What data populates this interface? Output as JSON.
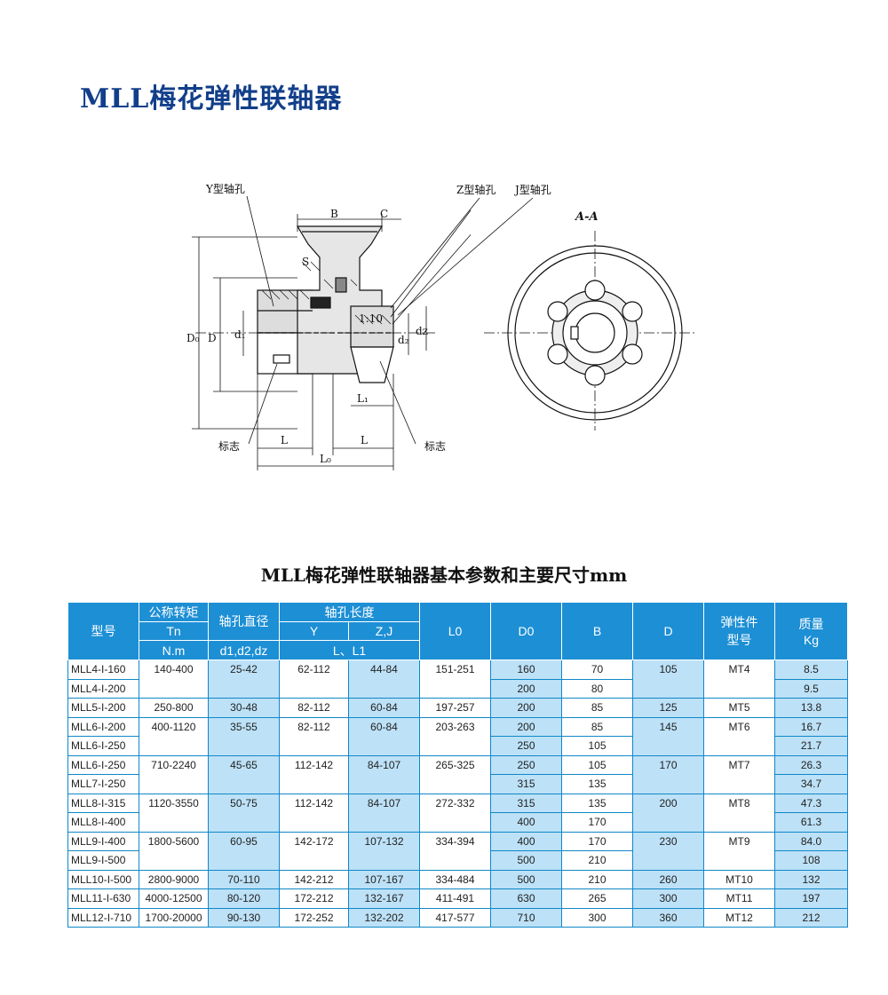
{
  "title": "MLL梅花弹性联轴器",
  "drawing": {
    "labels": {
      "y_hole": "Y型轴孔",
      "z_hole": "Z型轴孔",
      "j_hole": "J型轴孔",
      "mark_left": "标志",
      "mark_right": "标志",
      "B": "B",
      "C": "C",
      "S": "S",
      "D0": "D₀",
      "D": "D",
      "d1": "d₁",
      "d2": "d₂",
      "dz": "dz",
      "taper": "1:10",
      "L1": "L₁",
      "L_left": "L",
      "L_right": "L",
      "L0": "L₀"
    },
    "section_label": "A-A"
  },
  "table": {
    "title": "MLL梅花弹性联轴器基本参数和主要尺寸mm",
    "header": {
      "model": "型号",
      "torque": "公称转矩",
      "torque_sym": "Tn",
      "torque_unit": "N.m",
      "bore": "轴孔直径",
      "bore_sym": "d1,d2,dz",
      "hole_len": "轴孔长度",
      "hole_y": "Y",
      "hole_zj": "Z,J",
      "hole_len_sym": "L、L1",
      "L0": "L0",
      "D0": "D0",
      "B": "B",
      "D": "D",
      "elastic": "弹性件\n型号",
      "mass": "质量\nKg"
    },
    "rows": [
      {
        "model": "MLL4-I-160",
        "mass": "8.5"
      },
      {
        "model": "MLL4-I-200",
        "mass": "9.5"
      },
      {
        "model": "MLL5-I-200",
        "mass": "13.8"
      },
      {
        "model": "MLL6-I-200",
        "mass": "16.7"
      },
      {
        "model": "MLL6-I-250",
        "mass": "21.7"
      },
      {
        "model": "MLL6-I-250",
        "mass": "26.3"
      },
      {
        "model": "MLL7-I-250",
        "mass": "34.7"
      },
      {
        "model": "MLL8-I-315",
        "mass": "47.3"
      },
      {
        "model": "MLL8-I-400",
        "mass": "61.3"
      },
      {
        "model": "MLL9-I-400",
        "mass": "84.0"
      },
      {
        "model": "MLL9-I-500",
        "mass": "108"
      },
      {
        "model": "MLL10-I-500",
        "mass": "132"
      },
      {
        "model": "MLL11-I-630",
        "mass": "197"
      },
      {
        "model": "MLL12-I-710",
        "mass": "212"
      }
    ],
    "groups": [
      {
        "torque": "140-400",
        "bore": "25-42",
        "y": "62-112",
        "zj": "44-84",
        "L0": "151-251",
        "D": "105",
        "elastic": "MT4"
      },
      {
        "torque": "250-800",
        "bore": "30-48",
        "y": "82-112",
        "zj": "60-84",
        "L0": "197-257",
        "D": "125",
        "elastic": "MT5"
      },
      {
        "torque": "400-1120",
        "bore": "35-55",
        "y": "82-112",
        "zj": "60-84",
        "L0": "203-263",
        "D": "145",
        "elastic": "MT6"
      },
      {
        "torque": "710-2240",
        "bore": "45-65",
        "y": "112-142",
        "zj": "84-107",
        "L0": "265-325",
        "D": "170",
        "elastic": "MT7"
      },
      {
        "torque": "1120-3550",
        "bore": "50-75",
        "y": "112-142",
        "zj": "84-107",
        "L0": "272-332",
        "D": "200",
        "elastic": "MT8"
      },
      {
        "torque": "1800-5600",
        "bore": "60-95",
        "y": "142-172",
        "zj": "107-132",
        "L0": "334-394",
        "D": "230",
        "elastic": "MT9"
      },
      {
        "torque": "2800-9000",
        "bore": "70-110",
        "y": "142-212",
        "zj": "107-167",
        "L0": "334-484",
        "D": "260",
        "elastic": "MT10"
      },
      {
        "torque": "4000-12500",
        "bore": "80-120",
        "y": "172-212",
        "zj": "132-167",
        "L0": "411-491",
        "D": "300",
        "elastic": "MT11"
      },
      {
        "torque": "1700-20000",
        "bore": "90-130",
        "y": "172-252",
        "zj": "132-202",
        "L0": "417-577",
        "D": "360",
        "elastic": "MT12"
      }
    ],
    "D0_B": [
      {
        "D0": "160",
        "B": "70"
      },
      {
        "D0": "200",
        "B": "80"
      },
      {
        "D0": "200",
        "B": "85"
      },
      {
        "D0": "200",
        "B": "85"
      },
      {
        "D0": "250",
        "B": "105"
      },
      {
        "D0": "250",
        "B": "105"
      },
      {
        "D0": "315",
        "B": "135"
      },
      {
        "D0": "315",
        "B": "135"
      },
      {
        "D0": "400",
        "B": "170"
      },
      {
        "D0": "400",
        "B": "170"
      },
      {
        "D0": "500",
        "B": "210"
      },
      {
        "D0": "500",
        "B": "210"
      },
      {
        "D0": "630",
        "B": "265"
      },
      {
        "D0": "710",
        "B": "300"
      }
    ]
  },
  "colors": {
    "title_blue": "#123f8a",
    "header_blue": "#1d8fd5",
    "cell_light_blue": "#bde1f7",
    "grid_blue": "#0f88c8"
  }
}
